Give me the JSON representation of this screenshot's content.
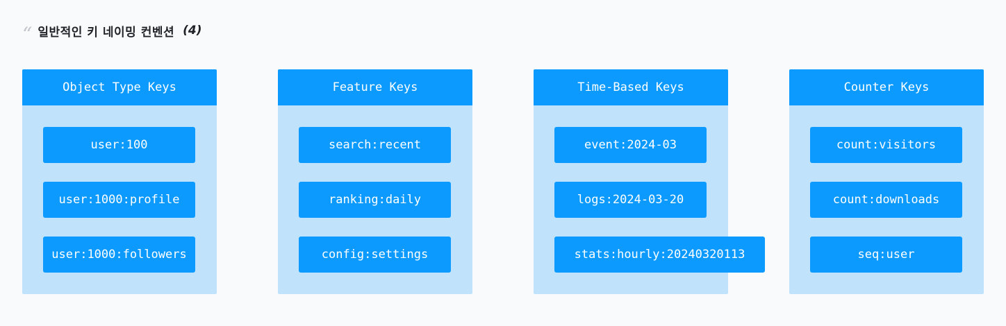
{
  "heading": {
    "icon": "quote-icon",
    "title": "일반적인 키 네이밍 컨벤션",
    "count": "(4)"
  },
  "colors": {
    "page_bg": "#f9fafb",
    "column_bg": "#c0e2fb",
    "accent": "#0c9aff",
    "text_on_accent": "#ffffff"
  },
  "columns": [
    {
      "title": "Object Type Keys",
      "keys": [
        "user:100",
        "user:1000:profile",
        "user:1000:followers"
      ]
    },
    {
      "title": "Feature Keys",
      "keys": [
        "search:recent",
        "ranking:daily",
        "config:settings"
      ]
    },
    {
      "title": "Time-Based Keys",
      "keys": [
        "event:2024-03",
        "logs:2024-03-20",
        "stats:hourly:20240320113"
      ]
    },
    {
      "title": "Counter Keys",
      "keys": [
        "count:visitors",
        "count:downloads",
        "seq:user"
      ]
    }
  ]
}
